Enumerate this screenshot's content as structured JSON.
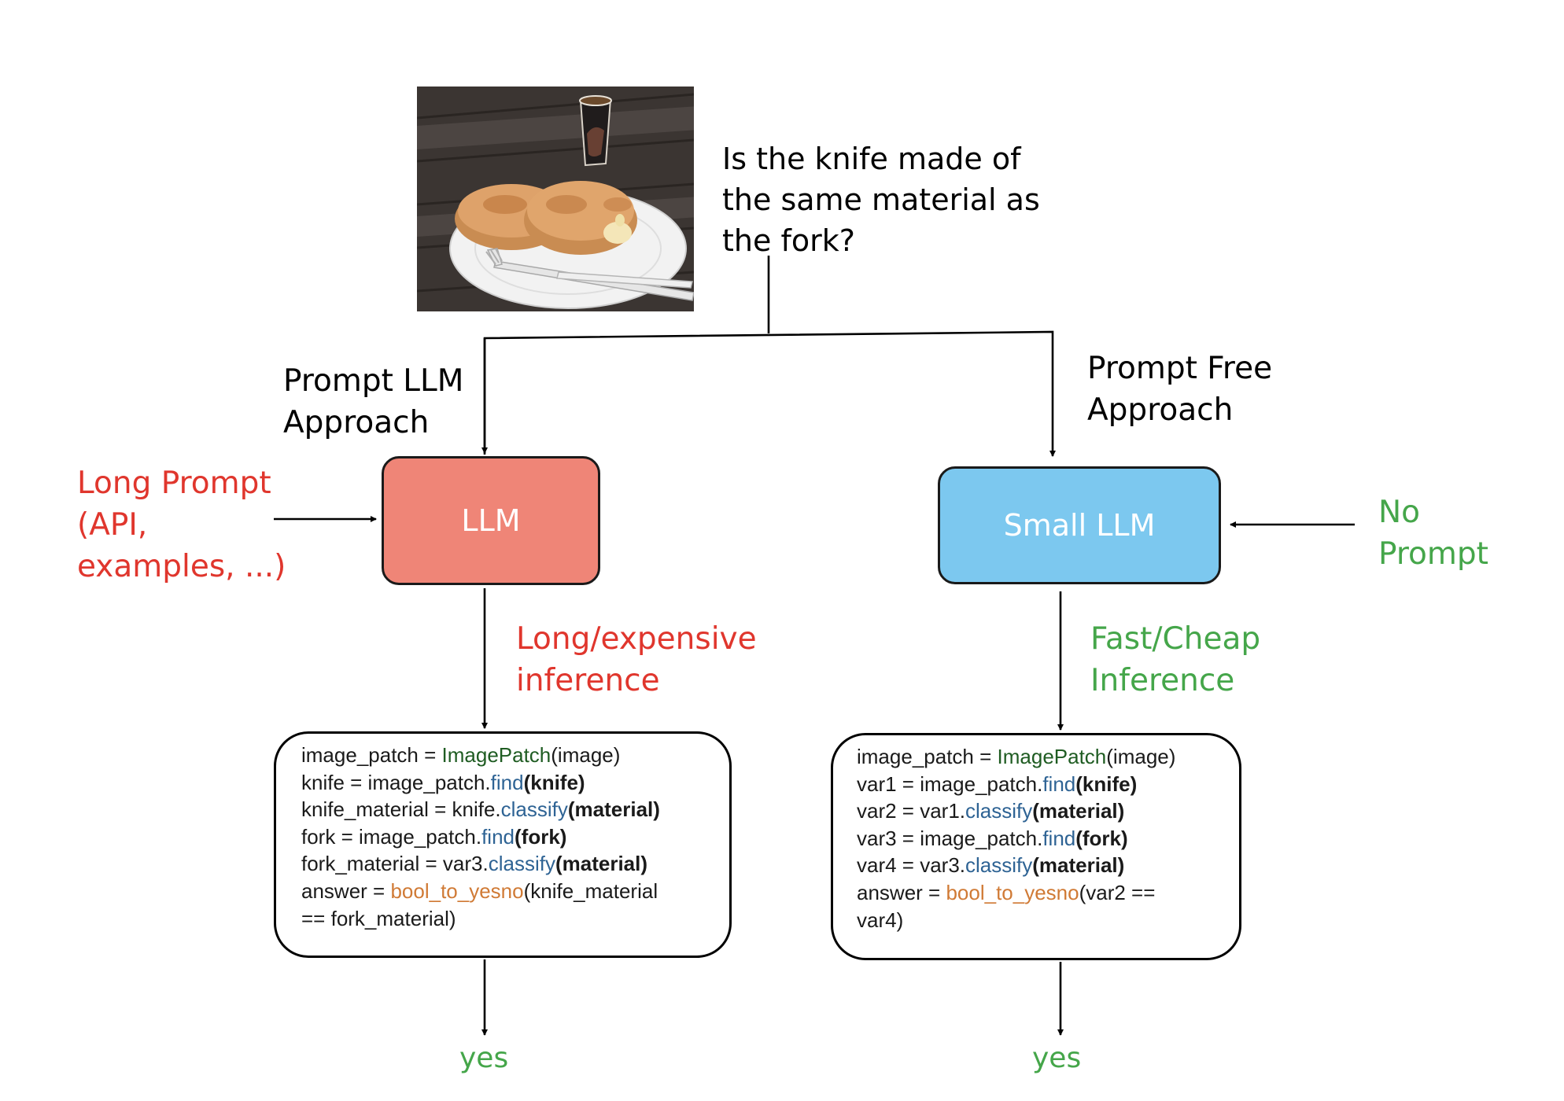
{
  "question": "Is the knife made of the same material as the fork?",
  "left_branch": {
    "heading": [
      "Prompt LLM",
      "Approach"
    ],
    "model_label": "LLM",
    "input_note": [
      "Long Prompt",
      "(API,",
      "examples, ...)"
    ],
    "inference_note": [
      "Long/expensive",
      "inference"
    ],
    "code": [
      [
        {
          "text": "image_patch = "
        },
        {
          "text": "ImagePatch",
          "style": "class"
        },
        {
          "text": "(image)"
        }
      ],
      [
        {
          "text": "knife = image_patch."
        },
        {
          "text": "find",
          "style": "method"
        },
        {
          "text": "(knife)",
          "style": "arg"
        }
      ],
      [
        {
          "text": "knife_material = knife."
        },
        {
          "text": "classify",
          "style": "method"
        },
        {
          "text": "(material)",
          "style": "arg"
        }
      ],
      [
        {
          "text": "fork = image_patch."
        },
        {
          "text": "find",
          "style": "method"
        },
        {
          "text": "(fork)",
          "style": "arg"
        }
      ],
      [
        {
          "text": "fork_material = var3."
        },
        {
          "text": "classify",
          "style": "method"
        },
        {
          "text": "(material)",
          "style": "arg"
        }
      ],
      [
        {
          "text": "answer = "
        },
        {
          "text": "bool_to_yesno",
          "style": "helper"
        },
        {
          "text": "(knife_material"
        }
      ],
      [
        {
          "text": "== fork_material)"
        }
      ]
    ],
    "answer": "yes"
  },
  "right_branch": {
    "heading": [
      "Prompt Free",
      "Approach"
    ],
    "model_label": "Small LLM",
    "input_note": [
      "No",
      "Prompt"
    ],
    "inference_note": [
      "Fast/Cheap",
      "Inference"
    ],
    "code": [
      [
        {
          "text": "image_patch = "
        },
        {
          "text": "ImagePatch",
          "style": "class"
        },
        {
          "text": "(image)"
        }
      ],
      [
        {
          "text": "var1 = image_patch."
        },
        {
          "text": "find",
          "style": "method"
        },
        {
          "text": "(knife)",
          "style": "arg"
        }
      ],
      [
        {
          "text": "var2 = var1."
        },
        {
          "text": "classify",
          "style": "method"
        },
        {
          "text": "(material)",
          "style": "arg"
        }
      ],
      [
        {
          "text": "var3 = image_patch."
        },
        {
          "text": "find",
          "style": "method"
        },
        {
          "text": "(fork)",
          "style": "arg"
        }
      ],
      [
        {
          "text": "var4 = var3."
        },
        {
          "text": "classify",
          "style": "method"
        },
        {
          "text": "(material)",
          "style": "arg"
        }
      ],
      [
        {
          "text": "answer = "
        },
        {
          "text": "bool_to_yesno",
          "style": "helper"
        },
        {
          "text": "(var2 =="
        }
      ],
      [
        {
          "text": "var4)"
        }
      ]
    ],
    "answer": "yes"
  },
  "colors": {
    "llm_box": "#ef8577",
    "small_llm_box": "#7cc8ef",
    "cost_text": "#e0362d",
    "saving_text": "#45a64a",
    "code_class": "#1f5c22",
    "code_method": "#2e6394",
    "code_helper": "#d07a35"
  }
}
